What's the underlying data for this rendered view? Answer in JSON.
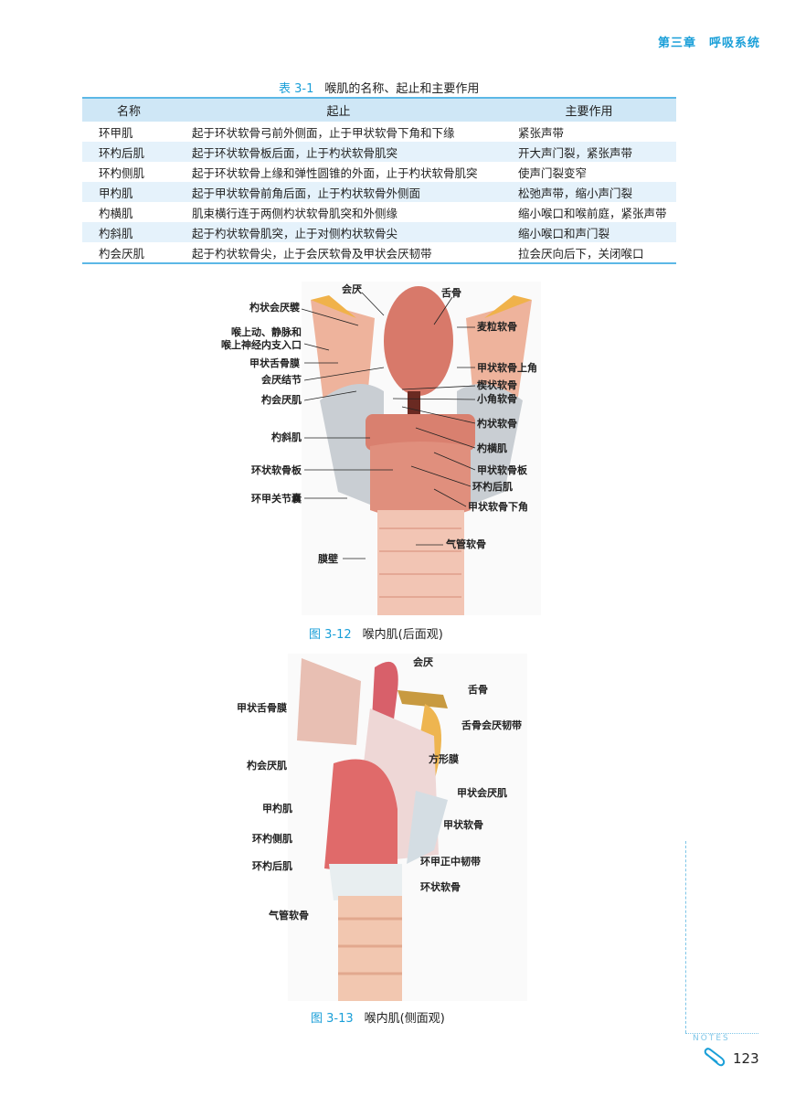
{
  "header": {
    "chapter": "第三章　呼吸系统"
  },
  "table": {
    "number": "表 3-1",
    "title": "喉肌的名称、起止和主要作用",
    "columns": [
      "名称",
      "起止",
      "主要作用"
    ],
    "rows": [
      [
        "环甲肌",
        "起于环状软骨弓前外侧面，止于甲状软骨下角和下缘",
        "紧张声带"
      ],
      [
        "环杓后肌",
        "起于环状软骨板后面，止于杓状软骨肌突",
        "开大声门裂，紧张声带"
      ],
      [
        "环杓侧肌",
        "起于环状软骨上缘和弹性圆锥的外面，止于杓状软骨肌突",
        "使声门裂变窄"
      ],
      [
        "甲杓肌",
        "起于甲状软骨前角后面，止于杓状软骨外侧面",
        "松弛声带，缩小声门裂"
      ],
      [
        "杓横肌",
        "肌束横行连于两侧杓状软骨肌突和外侧缘",
        "缩小喉口和喉前庭，紧张声带"
      ],
      [
        "杓斜肌",
        "起于杓状软骨肌突，止于对侧杓状软骨尖",
        "缩小喉口和声门裂"
      ],
      [
        "杓会厌肌",
        "起于杓状软骨尖，止于会厌软骨及甲状会厌韧带",
        "拉会厌向后下，关闭喉口"
      ]
    ]
  },
  "figure1": {
    "number": "图 3-12",
    "title": "喉内肌(后面观)",
    "labels": {
      "epiglottis": "会厌",
      "hyoid": "舌骨",
      "aryepiglottic_fold": "杓状会厌襞",
      "vessel_entry_1": "喉上动、静脉和",
      "vessel_entry_2": "喉上神经内支入口",
      "thyrohyoid_membrane": "甲状舌骨膜",
      "epiglottic_tubercle": "会厌结节",
      "aryepiglottic_muscle": "杓会厌肌",
      "oblique_arytenoid": "杓斜肌",
      "cricoid_lamina": "环状软骨板",
      "cricothyroid_capsule": "环甲关节囊",
      "membranous_wall": "膜壁",
      "triticeal": "麦粒软骨",
      "superior_horn": "甲状软骨上角",
      "cuneiform": "楔状软骨",
      "corniculate": "小角软骨",
      "arytenoid": "杓状软骨",
      "transverse_arytenoid": "杓横肌",
      "thyroid_lamina": "甲状软骨板",
      "posterior_cricoarytenoid": "环杓后肌",
      "inferior_horn": "甲状软骨下角",
      "tracheal_cartilage": "气管软骨"
    }
  },
  "figure2": {
    "number": "图 3-13",
    "title": "喉内肌(侧面观)",
    "labels": {
      "epiglottis": "会厌",
      "hyoid": "舌骨",
      "hyoepiglottic_ligament": "舌骨会厌韧带",
      "quadrangular_membrane": "方形膜",
      "thyroepiglottic": "甲状会厌肌",
      "thyroid_cartilage": "甲状软骨",
      "median_cricothyroid": "环甲正中韧带",
      "cricoid": "环状软骨",
      "thyrohyoid_membrane": "甲状舌骨膜",
      "aryepiglottic_muscle": "杓会厌肌",
      "thyroarytenoid": "甲杓肌",
      "lateral_cricoarytenoid": "环杓侧肌",
      "posterior_cricoarytenoid": "环杓后肌",
      "tracheal_cartilage": "气管软骨"
    }
  },
  "footer": {
    "notes": "NOTES",
    "page": "123"
  },
  "colors": {
    "accent": "#1a9fd8",
    "table_header": "#cfe7f6",
    "table_stripe": "#e5f2fb"
  }
}
